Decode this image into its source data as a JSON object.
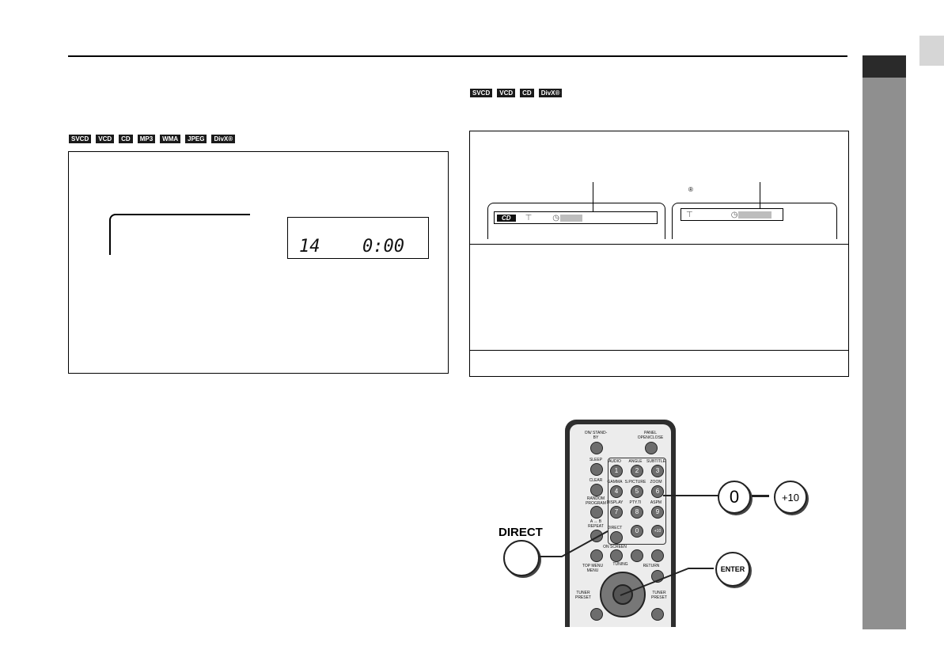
{
  "left_panel": {
    "disc_badges": [
      "SVCD",
      "VCD",
      "CD",
      "MP3",
      "WMA",
      "JPEG",
      "DivX®"
    ],
    "display": {
      "track": "14",
      "time": "0:00"
    }
  },
  "right_panel": {
    "disc_badges": [
      "SVCD",
      "VCD",
      "CD",
      "DivX®"
    ],
    "registered_mark": "®",
    "cd_logo": "CD"
  },
  "remote": {
    "buttons": {
      "on_standby": "ON/ STAND-BY",
      "panel": "PANEL OPEN/CLOSE",
      "sleep": "SLEEP",
      "audio": "AUDIO",
      "angle": "ANGLE",
      "subtitle": "SUBTITLE",
      "clear": "CLEAR",
      "gamma": "GAMMA",
      "s_picture": "S.PICTURE",
      "zoom": "ZOOM",
      "random": "RANDOM PROGRAM",
      "display": "DISPLAY",
      "pty": "PTY.TI",
      "asp": "ASPM",
      "repeat": "A ↔ B REPEAT",
      "direct_small": "DIRECT",
      "on_screen": "ON SCREEN",
      "top_menu": "TOP MENU MENU",
      "tuning": "TUNING",
      "return": "RETURN",
      "tuner_preset": "TUNER PRESET",
      "digits": [
        "1",
        "2",
        "3",
        "4",
        "5",
        "6",
        "7",
        "8",
        "9",
        "0",
        "+10"
      ]
    },
    "callouts": {
      "direct": "DIRECT",
      "zero": "0",
      "plus10": "+10",
      "enter": "ENTER"
    }
  },
  "colors": {
    "sidebar": "#8f8f8f",
    "sidebar_top": "#2a2a2a",
    "badge": "#1a1a1a",
    "remote_body": "#2e2e2e"
  }
}
